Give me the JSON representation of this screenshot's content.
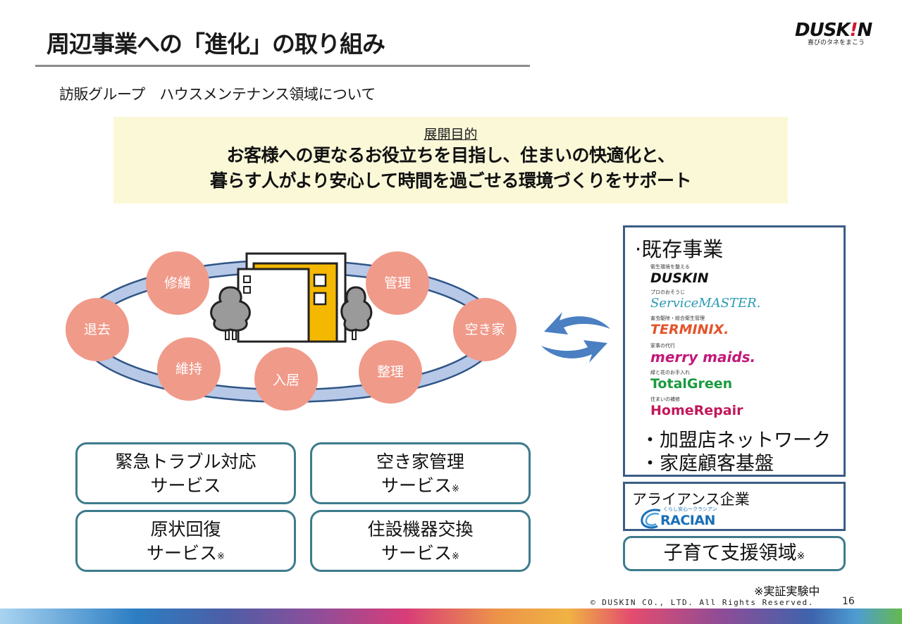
{
  "header": {
    "title": "周辺事業への「進化」の取り組み",
    "subtitle": "訪販グループ　ハウスメンテナンス領域について"
  },
  "logo": {
    "brand_prefix": "DUSK",
    "brand_bang": "!",
    "brand_suffix": "N",
    "tagline": "喜びのタネをまこう",
    "accent_color": "#d3162e"
  },
  "purpose": {
    "heading": "展開目的",
    "line1": "お客様への更なるお役立ちを目指し、住まいの快適化と、",
    "line2": "暮らす人がより安心して時間を過ごせる環境づくりをサポート",
    "background_color": "#fbf8d8"
  },
  "cycle": {
    "stages": [
      "修繕",
      "管理",
      "空き家",
      "整理",
      "入居",
      "維持",
      "退去"
    ],
    "circle_color": "#f09a8a",
    "ring_color": "#b8c9e8",
    "ring_edge_color": "#2f5587",
    "illustration": "building-with-trees-icon"
  },
  "services": [
    {
      "line1": "緊急トラブル対応",
      "line2": "サービス",
      "mark": ""
    },
    {
      "line1": "空き家管理",
      "line2": "サービス",
      "mark": "※"
    },
    {
      "line1": "原状回復",
      "line2": "サービス",
      "mark": "※"
    },
    {
      "line1": "住設機器交換",
      "line2": "サービス",
      "mark": "※"
    }
  ],
  "exchange_icon": "bidirectional-arrows-icon",
  "existing_business": {
    "heading": "·既存事業",
    "brands": [
      {
        "caption": "衛生環境を整える",
        "name": "DUSKIN",
        "color": "#111111"
      },
      {
        "caption": "プロのおそうじ",
        "name": "ServiceMASTER.",
        "color": "#2a9ab4"
      },
      {
        "caption": "害虫駆除・総合衛生管理",
        "name": "TERMINIX.",
        "color": "#e4532b"
      },
      {
        "caption": "家事の代行",
        "name": "merry maids.",
        "color": "#c2187a"
      },
      {
        "caption": "緑と花のお手入れ",
        "name": "TotalGreen",
        "color": "#1a9a3e"
      },
      {
        "caption": "住まいの補修",
        "name": "HomeRepair",
        "color": "#c2185b"
      }
    ],
    "bullets": [
      "・加盟店ネットワーク",
      "・家庭顧客基盤"
    ]
  },
  "alliance": {
    "heading": "アライアンス企業",
    "logo_caption": "くらし安心ークラシアン",
    "logo_name": "RACIAN",
    "logo_color": "#1a6fb8"
  },
  "childcare": {
    "label": "子育て支援領域",
    "mark": "※"
  },
  "footer": {
    "footnote": "※実証実験中",
    "copyright": "© DUSKIN CO., LTD. All Rights Reserved.",
    "page_number": "16"
  }
}
